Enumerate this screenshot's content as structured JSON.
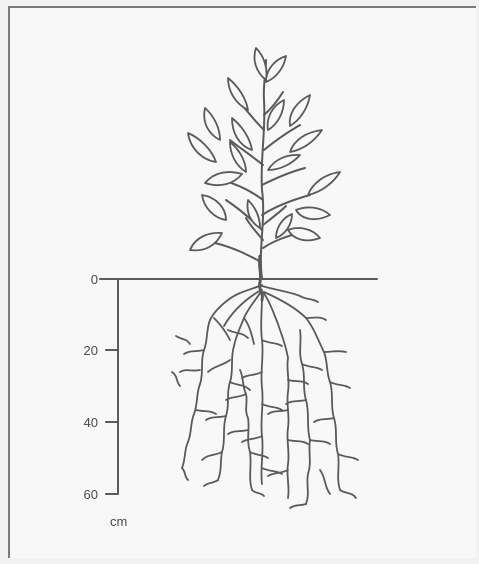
{
  "depth_scale": {
    "ticks": [
      "0",
      "20",
      "40",
      "60"
    ],
    "unit": "cm"
  },
  "colors": {
    "ink": "#5a5a5a",
    "background": "#f8f8f8"
  }
}
